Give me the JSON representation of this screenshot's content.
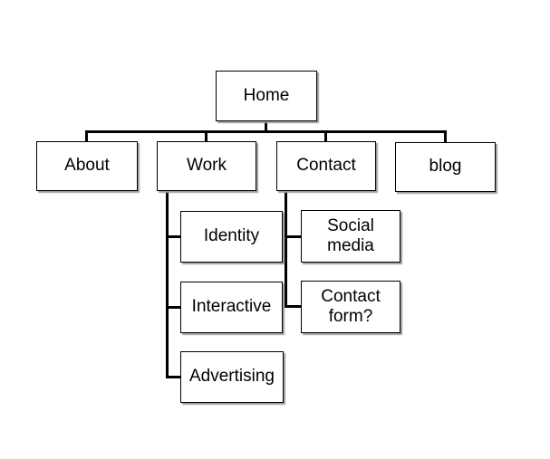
{
  "diagram": {
    "type": "sitemap-tree",
    "nodes": {
      "home": {
        "label": "Home"
      },
      "about": {
        "label": "About"
      },
      "work": {
        "label": "Work"
      },
      "contact": {
        "label": "Contact"
      },
      "blog": {
        "label": "blog"
      },
      "identity": {
        "label": "Identity"
      },
      "interactive": {
        "label": "Interactive"
      },
      "advertising": {
        "label": "Advertising"
      },
      "social_media": {
        "label": "Social media"
      },
      "contact_form": {
        "label": "Contact form?"
      }
    },
    "edges": [
      {
        "from": "Home",
        "to": "About"
      },
      {
        "from": "Home",
        "to": "Work"
      },
      {
        "from": "Home",
        "to": "Contact"
      },
      {
        "from": "Home",
        "to": "blog"
      },
      {
        "from": "Work",
        "to": "Identity"
      },
      {
        "from": "Work",
        "to": "Interactive"
      },
      {
        "from": "Work",
        "to": "Advertising"
      },
      {
        "from": "Contact",
        "to": "Social media"
      },
      {
        "from": "Contact",
        "to": "Contact form?"
      }
    ],
    "colors": {
      "background": "#ffffff",
      "box_fill": "#ffffff",
      "box_border": "#000000",
      "connector": "#000000",
      "shadow": "#9b9b9b",
      "text": "#000000"
    }
  }
}
